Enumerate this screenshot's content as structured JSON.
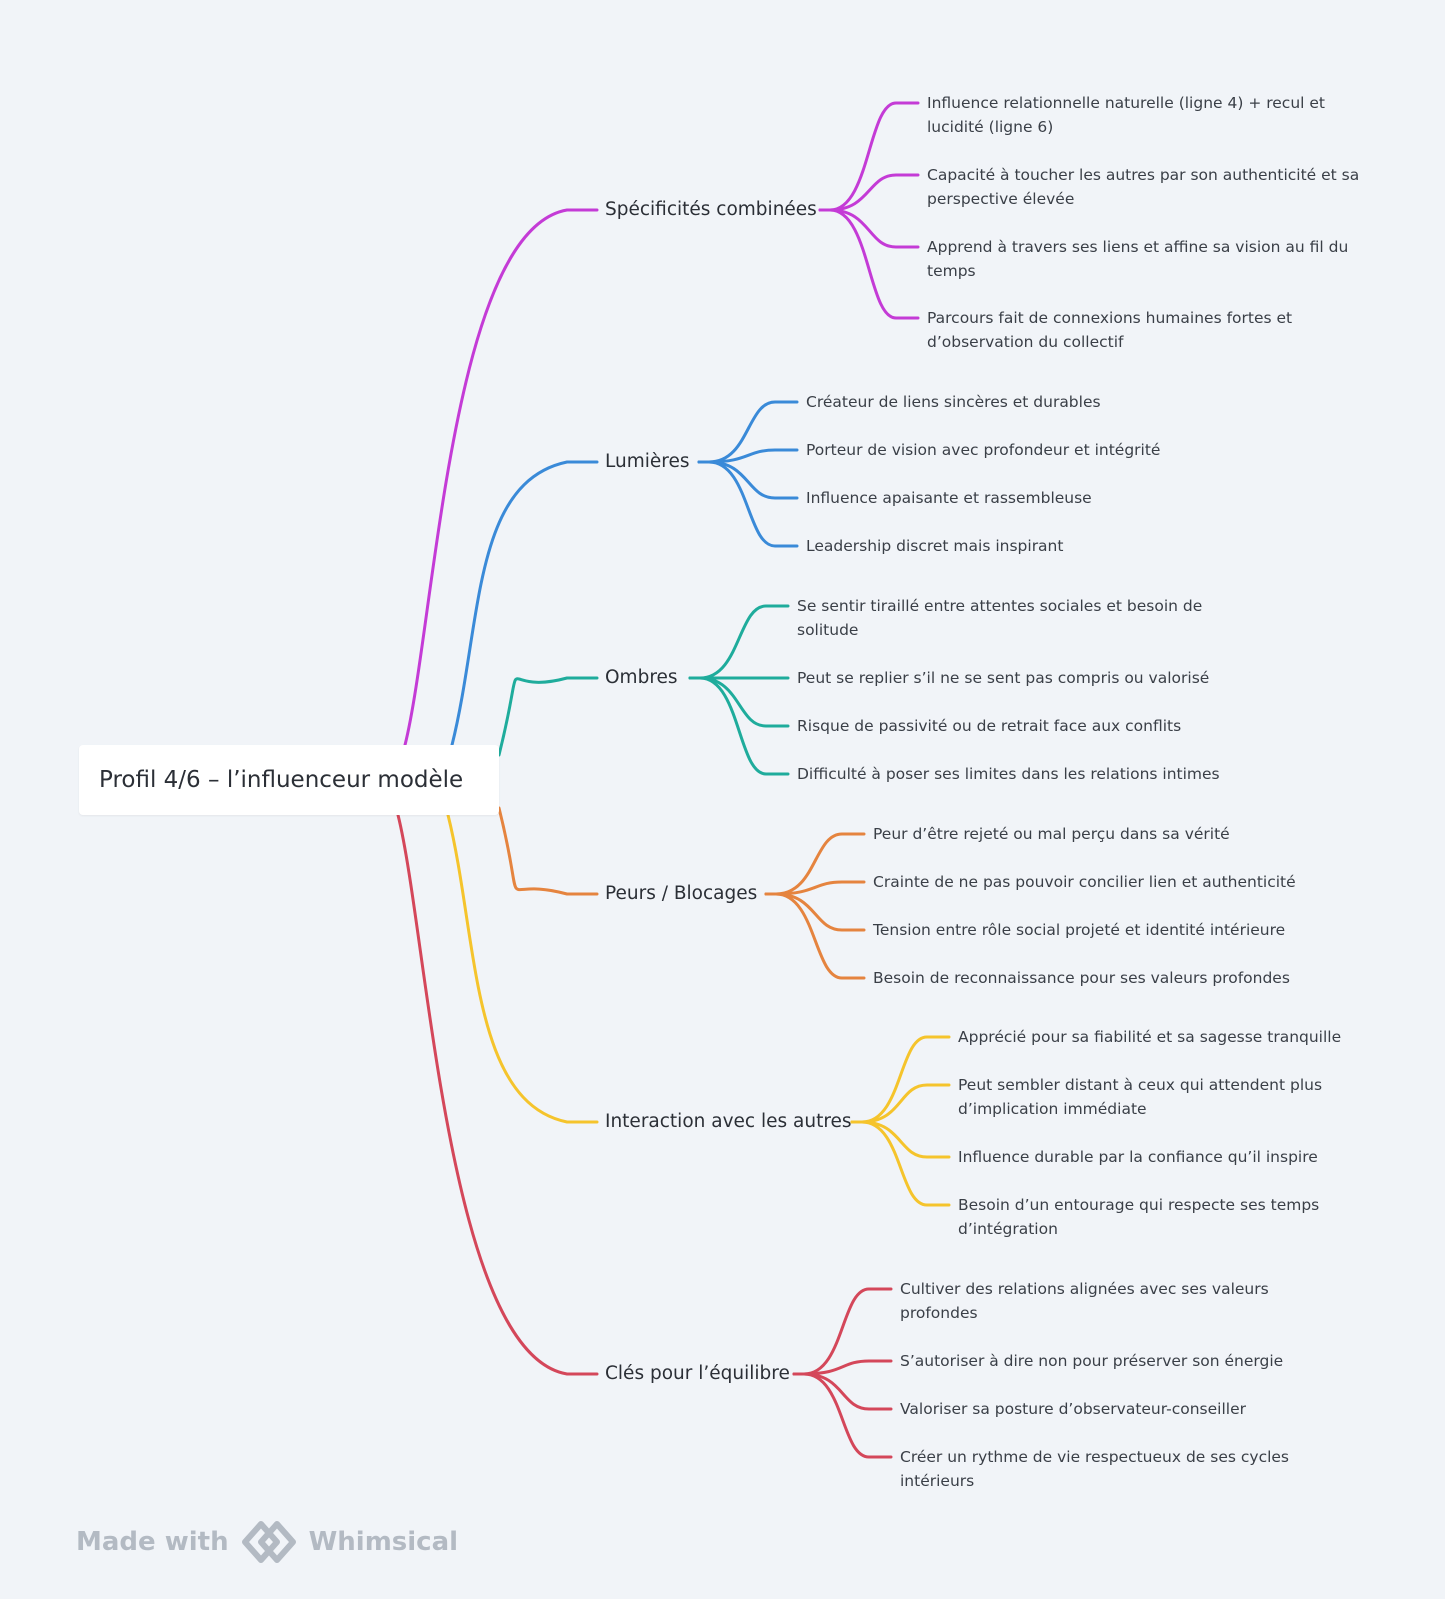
{
  "root": {
    "label": "Profil 4/6 –  l’influenceur modèle"
  },
  "branches": [
    {
      "label": "Spécificités combinées",
      "color": "#c43bd6",
      "leaves": [
        "Influence relationnelle naturelle (ligne 4) + recul et lucidité (ligne 6)",
        "Capacité à toucher les autres par son authenticité et sa perspective élevée",
        "Apprend à travers ses liens et affine sa vision au fil du temps",
        "Parcours fait de connexions humaines fortes et d’observation du collectif"
      ]
    },
    {
      "label": "Lumières",
      "color": "#3a8ad8",
      "leaves": [
        "Créateur de liens sincères et durables",
        "Porteur de vision avec profondeur et intégrité",
        "Influence apaisante et rassembleuse",
        "Leadership discret mais inspirant"
      ]
    },
    {
      "label": "Ombres",
      "color": "#1fac9c",
      "leaves": [
        "Se sentir tiraillé entre attentes sociales et besoin de solitude",
        "Peut se replier s’il ne se sent pas compris ou valorisé",
        "Risque de passivité ou de retrait face aux conflits",
        "Difficulté à poser ses limites dans les relations intimes"
      ]
    },
    {
      "label": "Peurs / Blocages",
      "color": "#e5843f",
      "leaves": [
        "Peur d’être rejeté ou mal perçu dans sa vérité",
        "Crainte de ne pas pouvoir concilier lien et authenticité",
        "Tension entre rôle social projeté et identité intérieure",
        "Besoin de reconnaissance pour ses valeurs profondes"
      ]
    },
    {
      "label": "Interaction avec les autres",
      "color": "#f5c42c",
      "leaves": [
        "Apprécié pour sa fiabilité et sa sagesse tranquille",
        "Peut sembler distant à ceux qui attendent plus d’implication immédiate",
        "Influence durable par la confiance qu’il inspire",
        "Besoin d’un entourage qui respecte ses temps d’intégration"
      ]
    },
    {
      "label": "Clés pour l’équilibre",
      "color": "#d4475a",
      "leaves": [
        "Cultiver des relations alignées avec ses valeurs profondes",
        "S’autoriser à dire non pour préserver son énergie",
        "Valoriser sa posture d’observateur-conseiller",
        "Créer un rythme de vie respectueux de ses cycles intérieurs"
      ]
    }
  ],
  "watermark": {
    "made_with": "Made with",
    "brand": "Whimsical",
    "logo_icon": "whimsical-logo-icon"
  }
}
